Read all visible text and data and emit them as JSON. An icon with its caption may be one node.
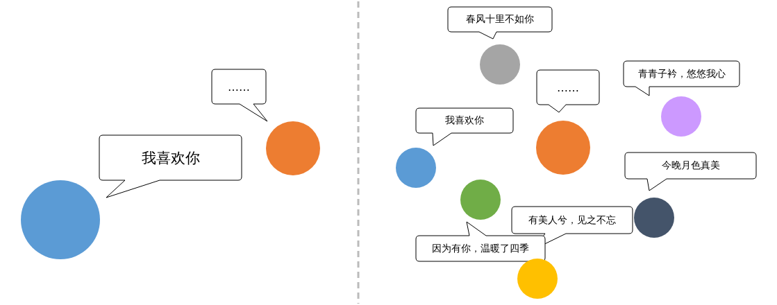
{
  "diagram": {
    "nodes": [
      {
        "text": [
          "……"
        ]
      },
      {
        "text": [],
        "shape": "circle"
      },
      {
        "text": [
          "我喜欢你"
        ]
      },
      {
        "text": [],
        "shape": "circle"
      },
      {
        "text": [
          "春风十里不如你"
        ]
      },
      {
        "text": [],
        "shape": "circle"
      },
      {
        "text": [
          "……"
        ]
      },
      {
        "text": [
          "青青子衿，悠悠我心"
        ]
      },
      {
        "text": [],
        "shape": "circle"
      },
      {
        "text": [
          "我喜欢你"
        ]
      },
      {
        "text": [],
        "shape": "circle"
      },
      {
        "text": [],
        "shape": "circle"
      },
      {
        "text": [
          "今晚月色真美"
        ]
      },
      {
        "text": [],
        "shape": "circle"
      },
      {
        "text": [],
        "shape": "circle"
      },
      {
        "text": [
          "有美人兮，见之不忘"
        ]
      },
      {
        "text": [
          "因为有你，温暖了四季"
        ]
      },
      {
        "text": [],
        "shape": "circle"
      }
    ]
  }
}
